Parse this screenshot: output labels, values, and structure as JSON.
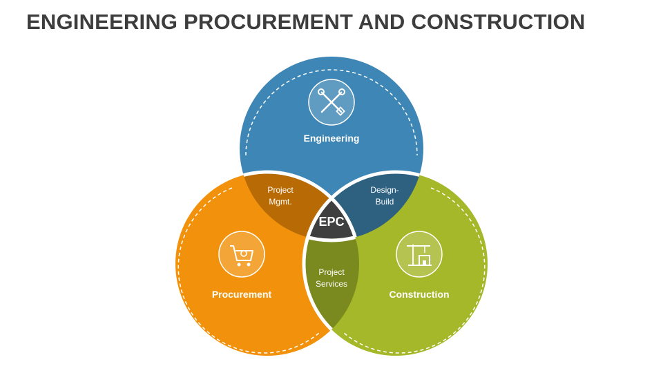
{
  "title": "ENGINEERING PROCUREMENT AND CONSTRUCTION",
  "center": {
    "label": "EPC"
  },
  "circles": {
    "engineering": {
      "label": "Engineering",
      "color": "#3d86b5",
      "icon": "wrench-screwdriver-icon"
    },
    "procurement": {
      "label": "Procurement",
      "color": "#f2920c",
      "icon": "shopping-cart-gear-icon"
    },
    "construction": {
      "label": "Construction",
      "color": "#a5b82a",
      "icon": "crane-building-icon"
    }
  },
  "overlaps": {
    "project_mgmt": {
      "line1": "Project",
      "line2": "Mgmt.",
      "color": "#b86a05"
    },
    "design_build": {
      "line1": "Design-",
      "line2": "Build",
      "color": "#2e607f"
    },
    "project_services": {
      "line1": "Project",
      "line2": "Services",
      "color": "#7b8a1e"
    }
  },
  "center_color": "#3f3f3f"
}
